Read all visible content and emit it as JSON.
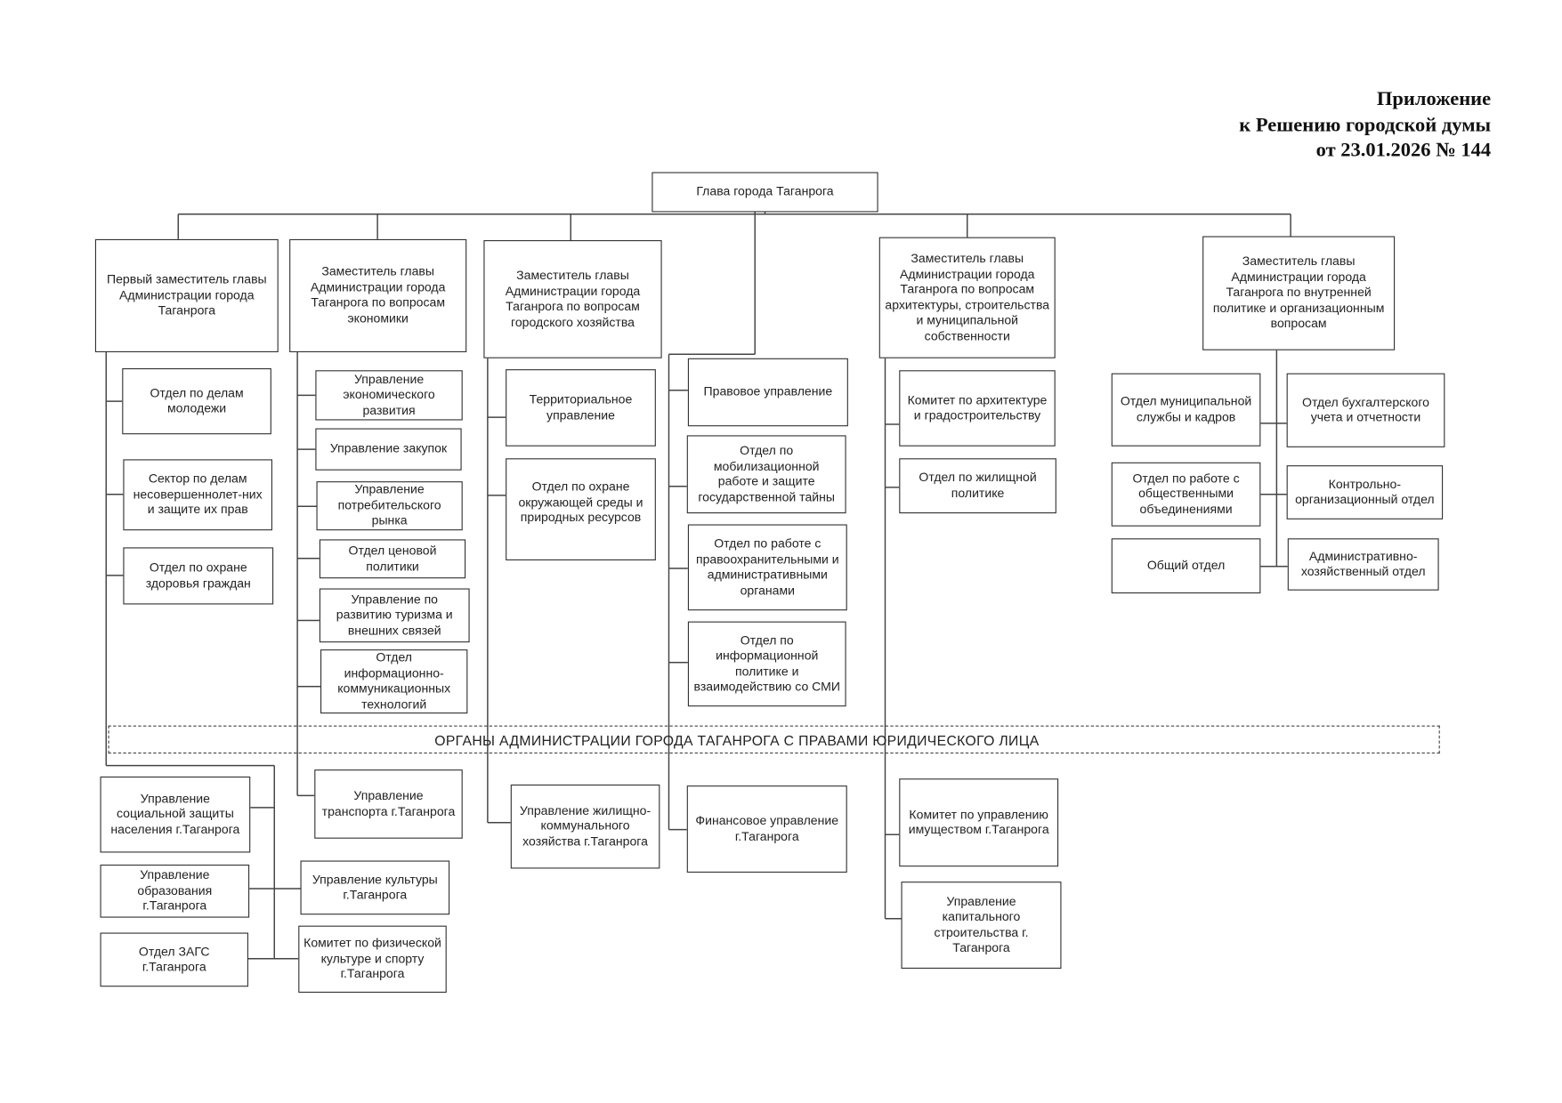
{
  "header": {
    "line1": "Приложение",
    "line2": "к Решению городской думы",
    "line3": "от 23.01.2026 № 144"
  },
  "head": "Глава города Таганрога",
  "deputies": [
    "Первый заместитель главы Администрации города Таганрога",
    "Заместитель главы Администрации города Таганрога по вопросам экономики",
    "Заместитель главы Администрации города Таганрога по вопросам городского хозяйства",
    "Заместитель главы Администрации города Таганрога по вопросам архитектуры, строительства и муниципальной собственности",
    "Заместитель главы Администрации города Таганрога по внутренней политике и организационным вопросам"
  ],
  "col1": [
    "Отдел по делам молодежи",
    "Сектор по делам несовершеннолет-них и защите их прав",
    "Отдел по охране здоровья граждан"
  ],
  "col2": [
    "Управление экономического развития",
    "Управление закупок",
    "Управление потребительского рынка",
    "Отдел ценовой политики",
    "Управление по развитию туризма и внешних связей",
    "Отдел информационно-коммуникационных технологий"
  ],
  "col3": [
    "Территориальное управление",
    "Отдел по охране окружающей среды и природных ресурсов"
  ],
  "col4": [
    "Правовое управление",
    "Отдел по мобилизационной работе и защите государственной тайны",
    "Отдел по работе с правоохранительными и административными органами",
    "Отдел по информационной политике и взаимодействию со СМИ"
  ],
  "col5": [
    "Комитет по архитектуре и градостроительству",
    "Отдел по жилищной политике"
  ],
  "col6_left": [
    "Отдел муниципальной службы и кадров",
    "Отдел по работе с общественными объединениями",
    "Общий отдел"
  ],
  "col6_right": [
    "Отдел бухгалтерского учета и отчетности",
    "Контрольно-организационный отдел",
    "Административно-хозяйственный отдел"
  ],
  "band": "ОРГАНЫ АДМИНИСТРАЦИИ ГОРОДА ТАГАНРОГА С ПРАВАМИ ЮРИДИЧЕСКОГО ЛИЦА",
  "legal": {
    "social": "Управление социальной защиты населения г.Таганрога",
    "education": "Управление образования г.Таганрога",
    "zags": "Отдел ЗАГС г.Таганрога",
    "culture": "Управление культуры г.Таганрога",
    "sport": "Комитет по физической культуре и спорту г.Таганрога",
    "transport": "Управление транспорта г.Таганрога",
    "housing": "Управление жилищно-коммунального хозяйства г.Таганрога",
    "finance": "Финансовое управление г.Таганрога",
    "property": "Комитет по управлению имуществом г.Таганрога",
    "construction": "Управление капитального строительства г. Таганрога"
  }
}
